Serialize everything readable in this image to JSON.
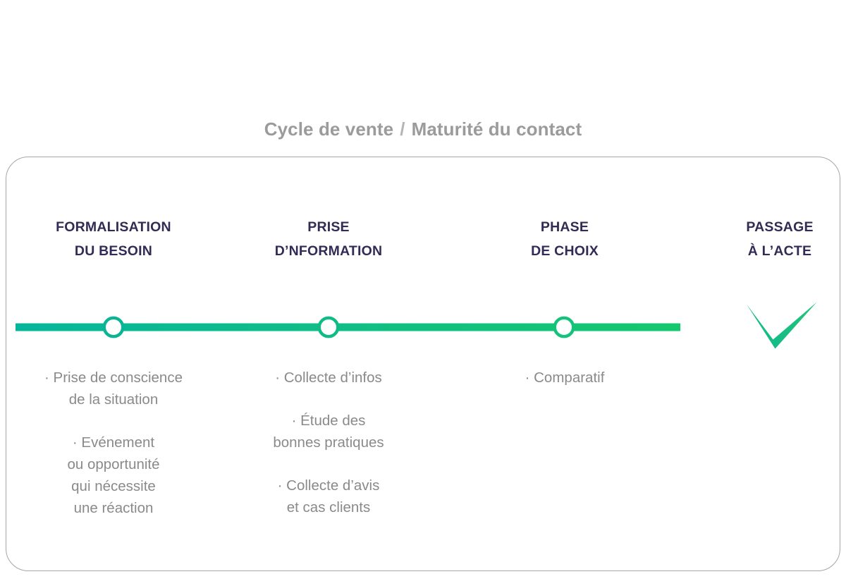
{
  "title": {
    "left": "Cycle de vente",
    "separator": "/",
    "right": "Maturité du contact"
  },
  "colors": {
    "heading": "#332B55",
    "body_text": "#8a8a8a",
    "title_text": "#9b9b9b",
    "line_start": "#06b69b",
    "line_end": "#14c86e",
    "card_border": "#a6a6a6",
    "check": "#1ec07a"
  },
  "stages": [
    {
      "head_line1": "FORMALISATION",
      "head_line2": "DU BESOIN",
      "has_node": true,
      "bullets": [
        {
          "lines": [
            "· Prise de conscience",
            "de la situation"
          ]
        },
        {
          "lines": [
            "· Evénement",
            "ou opportunité",
            "qui nécessite",
            "une réaction"
          ]
        }
      ]
    },
    {
      "head_line1": "PRISE",
      "head_line2": "D’NFORMATION",
      "has_node": true,
      "bullets": [
        {
          "lines": [
            "· Collecte d’infos"
          ]
        },
        {
          "lines": [
            "· Étude des",
            "bonnes pratiques"
          ]
        },
        {
          "lines": [
            "· Collecte d’avis",
            "et cas clients"
          ]
        }
      ]
    },
    {
      "head_line1": "PHASE",
      "head_line2": "DE CHOIX",
      "has_node": true,
      "bullets": [
        {
          "lines": [
            "· Comparatif"
          ]
        }
      ]
    },
    {
      "head_line1": "PASSAGE",
      "head_line2": "À L’ACTE",
      "has_node": false,
      "bullets": []
    }
  ],
  "icons": {
    "check": "check-icon",
    "node": "milestone-node-icon"
  }
}
